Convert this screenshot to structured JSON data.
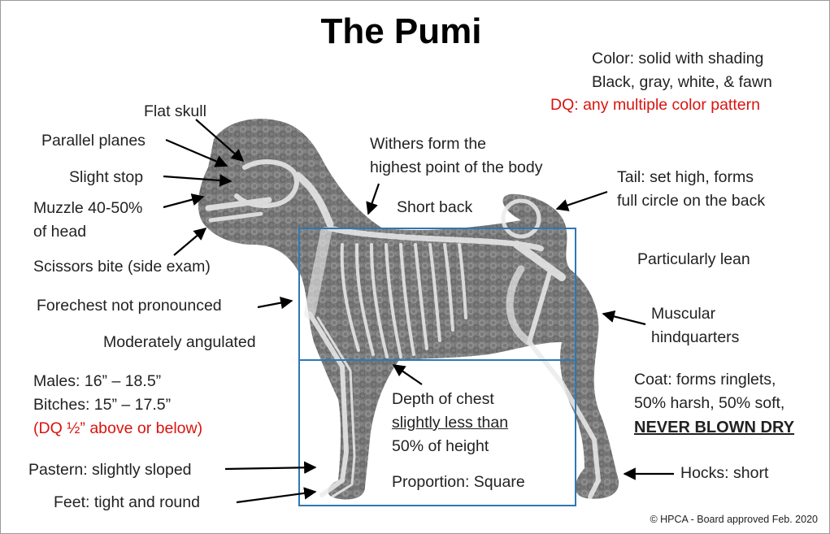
{
  "title": "The Pumi",
  "color_info": {
    "line1": "Color:  solid with shading",
    "line2": "Black, gray, white, & fawn",
    "line3": "DQ:  any multiple color pattern"
  },
  "labels": {
    "flat_skull": "Flat skull",
    "parallel_planes": "Parallel planes",
    "slight_stop": "Slight stop",
    "muzzle_1": "Muzzle 40-50%",
    "muzzle_2": "of head",
    "scissors_bite": "Scissors bite (side exam)",
    "forechest": "Forechest not pronounced",
    "moderately_angulated": "Moderately angulated",
    "males": "Males:  16” – 18.5”",
    "bitches": "Bitches:  15” – 17.5”",
    "dq_height": "(DQ ½” above or below)",
    "pastern": "Pastern:  slightly sloped",
    "feet": "Feet:  tight and round",
    "withers_1": "Withers form the",
    "withers_2": "highest point of the body",
    "short_back": "Short back",
    "tail_1": "Tail:  set high, forms",
    "tail_2": "full circle on the back",
    "particularly_lean": "Particularly lean",
    "muscular_1": "Muscular",
    "muscular_2": "hindquarters",
    "coat_1": "Coat: forms ringlets,",
    "coat_2": "50% harsh, 50% soft,",
    "coat_3": "NEVER BLOWN DRY",
    "depth_1": "Depth of chest",
    "depth_2": "slightly less than",
    "depth_3": "50% of height",
    "proportion": "Proportion:  Square",
    "hocks": "Hocks: short"
  },
  "copyright": "© HPCA - Board approved Feb. 2020",
  "colors": {
    "accent_red": "#d9140f",
    "box_blue": "#2e78b4",
    "coat_gray": "#6f6f6f",
    "bone": "#e6e6e6"
  }
}
